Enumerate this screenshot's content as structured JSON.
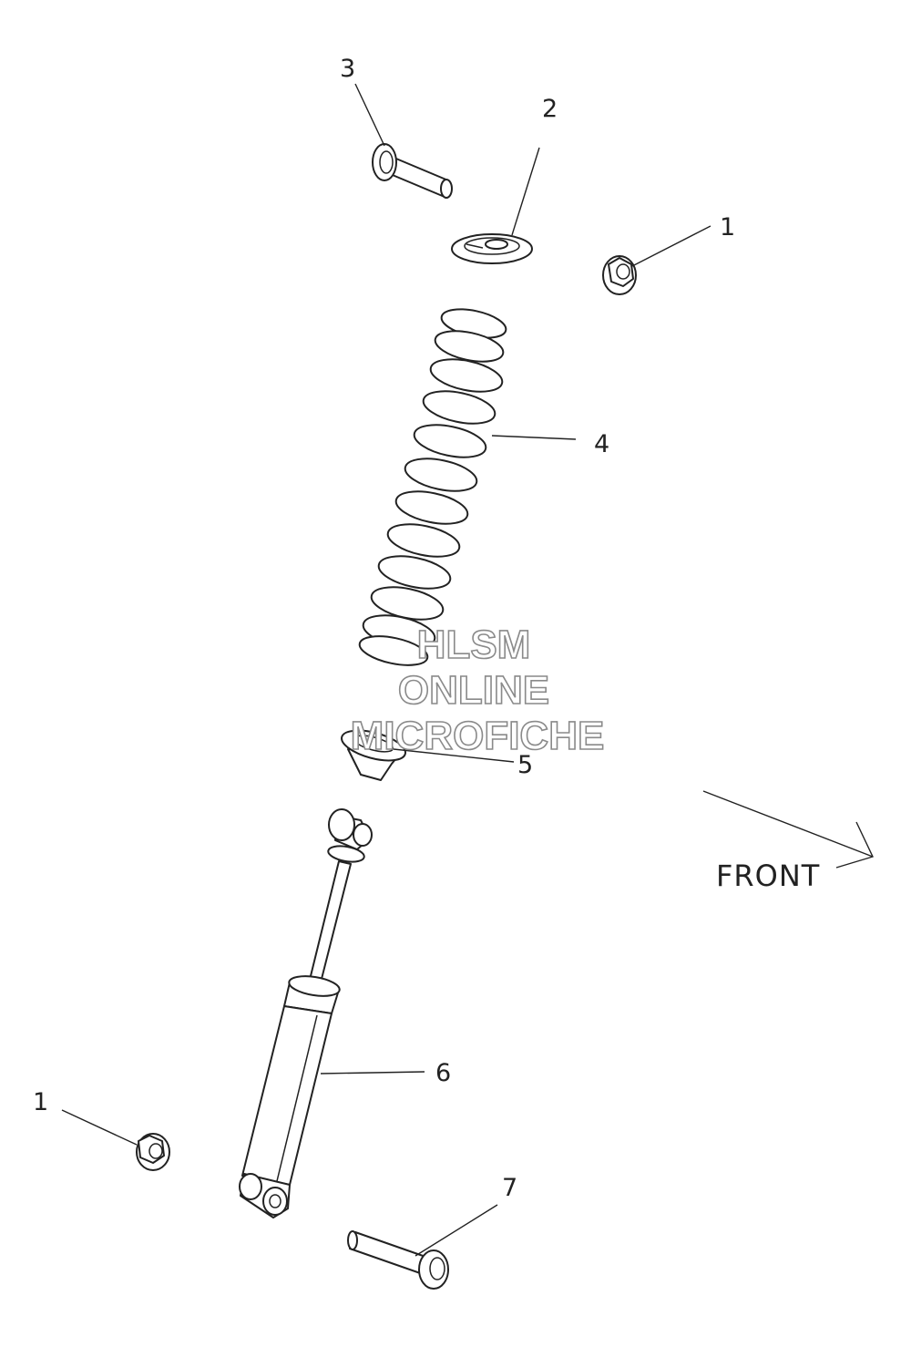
{
  "callouts": [
    {
      "id": "c1a",
      "label": "1"
    },
    {
      "id": "c2",
      "label": "2"
    },
    {
      "id": "c3",
      "label": "3"
    },
    {
      "id": "c4",
      "label": "4"
    },
    {
      "id": "c5",
      "label": "5"
    },
    {
      "id": "c6",
      "label": "6"
    },
    {
      "id": "c1b",
      "label": "1"
    },
    {
      "id": "c7",
      "label": "7"
    }
  ],
  "direction": {
    "label": "FRONT"
  },
  "watermark": {
    "line1": "HLSM",
    "line2": "ONLINE",
    "line3": "MICROFICHE"
  }
}
